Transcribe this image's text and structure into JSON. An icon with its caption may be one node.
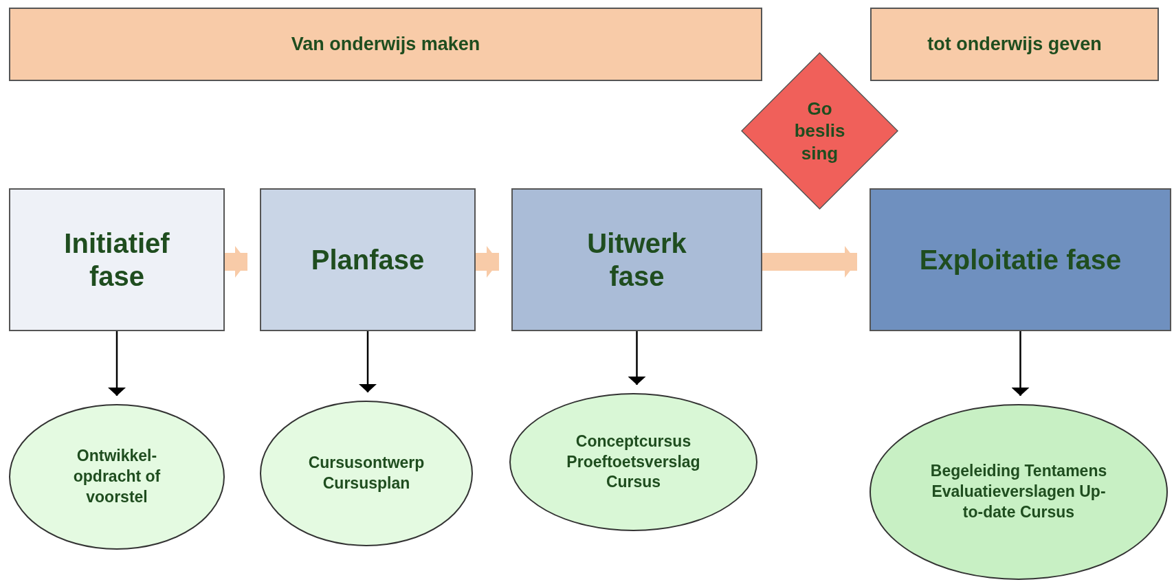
{
  "diagram": {
    "nodes": [
      {
        "text": [
          "Van onderwijs maken"
        ]
      },
      {
        "text": [
          "tot onderwijs geven"
        ]
      },
      {
        "text": [
          "Go beslis sing"
        ]
      },
      {
        "text": [
          "Initiatief fase"
        ]
      },
      {
        "text": [
          "Planfase"
        ]
      },
      {
        "text": [
          "Uitwerk fase"
        ]
      },
      {
        "text": [
          "Exploitatie fase"
        ]
      },
      {
        "text": [
          "Ontwikkel-opdracht of voorstel"
        ]
      },
      {
        "text": [
          "Cursusontwerp Cursusplan"
        ]
      },
      {
        "text": [
          "Conceptcursus Proeftoetsverslag Cursus"
        ]
      },
      {
        "text": [
          "Begeleiding Tentamens Evaluatieverslagen Up-to-date Cursus"
        ]
      }
    ],
    "edges": [
      {
        "from": 3,
        "to": 4,
        "arrow": "to",
        "style": "thick",
        "color": "#f8cba8"
      },
      {
        "from": 4,
        "to": 5,
        "arrow": "to",
        "style": "thick",
        "color": "#f8cba8"
      },
      {
        "from": 5,
        "to": 6,
        "arrow": "to",
        "style": "thick",
        "color": "#f8cba8"
      },
      {
        "from": 3,
        "to": 7,
        "arrow": "to"
      },
      {
        "from": 4,
        "to": 8,
        "arrow": "to"
      },
      {
        "from": 5,
        "to": 9,
        "arrow": "to"
      },
      {
        "from": 6,
        "to": 10,
        "arrow": "to"
      }
    ]
  }
}
